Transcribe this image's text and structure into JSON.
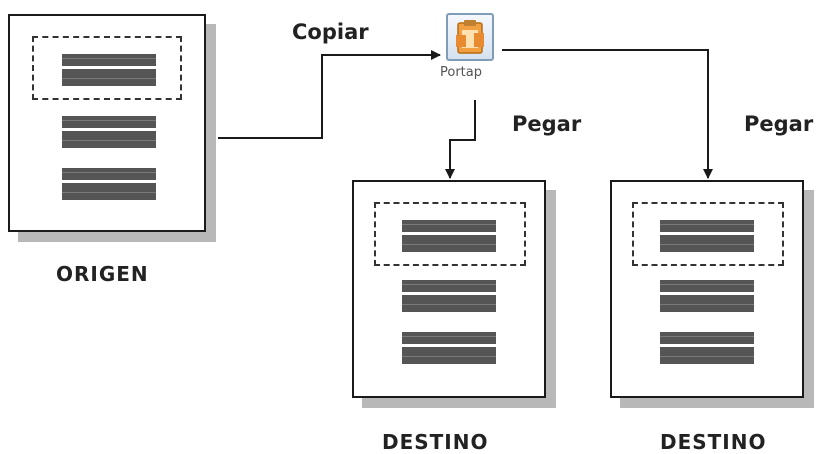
{
  "actions": {
    "copy": "Copiar",
    "paste_left": "Pegar",
    "paste_right": "Pegar"
  },
  "clipboard": {
    "label": "Portap",
    "icon": "clipboard-icon"
  },
  "documents": {
    "source": {
      "label": "ORIGEN"
    },
    "dest_left": {
      "label": "DESTINO"
    },
    "dest_right": {
      "label": "DESTINO"
    }
  },
  "colors": {
    "line": "#1a1a1a",
    "shadow": "#b8b8b8",
    "block": "#555555",
    "clipboard_accent": "#f0a040"
  }
}
